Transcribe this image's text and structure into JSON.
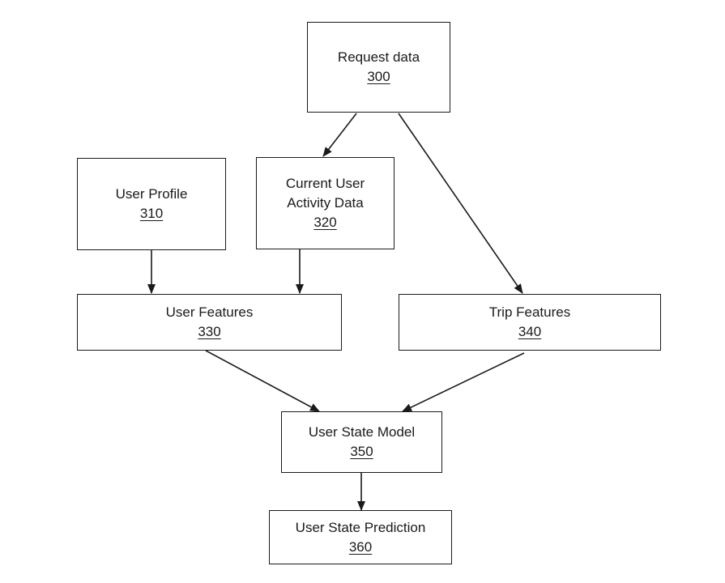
{
  "nodes": {
    "request_data": {
      "label": "Request data",
      "ref": "300"
    },
    "user_profile": {
      "label": "User Profile",
      "ref": "310"
    },
    "current_user_activity": {
      "label": "Current User\nActivity Data",
      "ref": "320"
    },
    "user_features": {
      "label": "User Features",
      "ref": "330"
    },
    "trip_features": {
      "label": "Trip Features",
      "ref": "340"
    },
    "user_state_model": {
      "label": "User State Model",
      "ref": "350"
    },
    "user_state_prediction": {
      "label": "User State Prediction",
      "ref": "360"
    }
  },
  "edges": [
    {
      "from": "request_data",
      "to": "current_user_activity"
    },
    {
      "from": "request_data",
      "to": "trip_features"
    },
    {
      "from": "user_profile",
      "to": "user_features"
    },
    {
      "from": "current_user_activity",
      "to": "user_features"
    },
    {
      "from": "user_features",
      "to": "user_state_model"
    },
    {
      "from": "trip_features",
      "to": "user_state_model"
    },
    {
      "from": "user_state_model",
      "to": "user_state_prediction"
    }
  ]
}
